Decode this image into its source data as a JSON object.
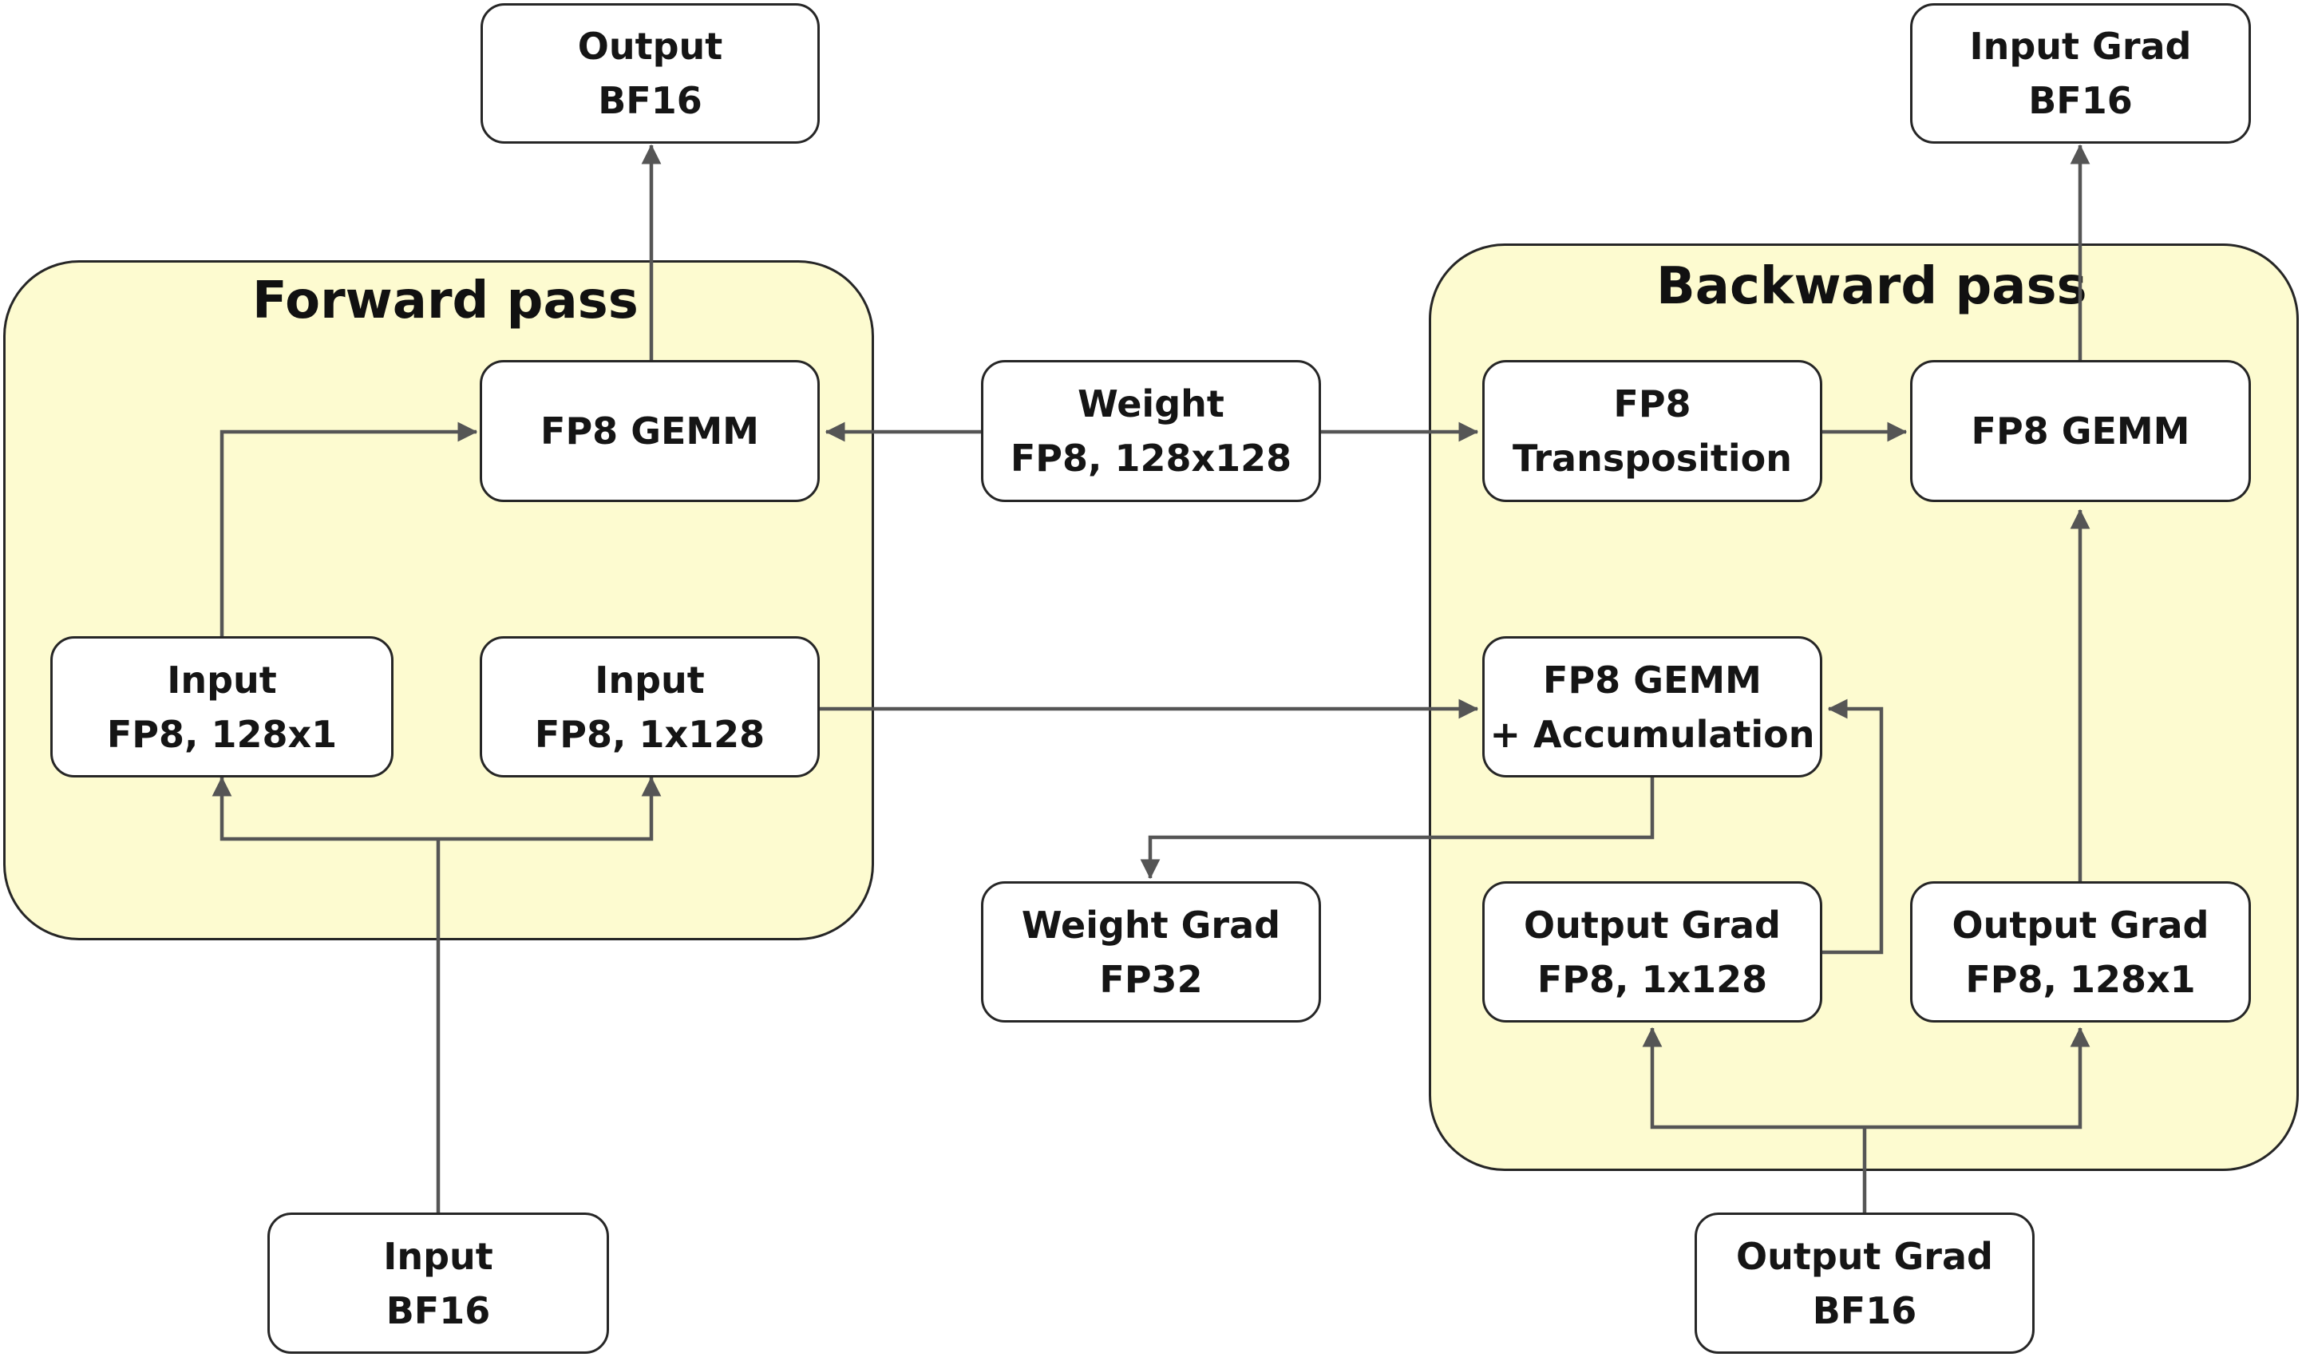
{
  "colors": {
    "group_fill": "#fdfbd0",
    "border": "#262626",
    "arrow": "#555555",
    "text": "#151515"
  },
  "groups": {
    "forward": {
      "title": "Forward pass"
    },
    "backward": {
      "title": "Backward pass"
    }
  },
  "nodes": {
    "fwd_output": {
      "line1": "Output",
      "line2": "BF16"
    },
    "fwd_gemm": {
      "line1": "FP8 GEMM"
    },
    "fwd_input_128x1": {
      "line1": "Input",
      "line2": "FP8, 128x1"
    },
    "fwd_input_1x128": {
      "line1": "Input",
      "line2": "FP8, 1x128"
    },
    "input_bf16": {
      "line1": "Input",
      "line2": "BF16"
    },
    "weight": {
      "line1": "Weight",
      "line2": "FP8, 128x128"
    },
    "weight_grad": {
      "line1": "Weight Grad",
      "line2": "FP32"
    },
    "bwd_transposition": {
      "line1": "FP8",
      "line2": "Transposition"
    },
    "bwd_gemm": {
      "line1": "FP8 GEMM"
    },
    "bwd_gemm_accum": {
      "line1": "FP8 GEMM",
      "line2": "+ Accumulation"
    },
    "bwd_outgrad_1x128": {
      "line1": "Output Grad",
      "line2": "FP8, 1x128"
    },
    "bwd_outgrad_128x1": {
      "line1": "Output Grad",
      "line2": "FP8, 128x1"
    },
    "input_grad": {
      "line1": "Input Grad",
      "line2": "BF16"
    },
    "output_grad_bf16": {
      "line1": "Output Grad",
      "line2": "BF16"
    }
  }
}
